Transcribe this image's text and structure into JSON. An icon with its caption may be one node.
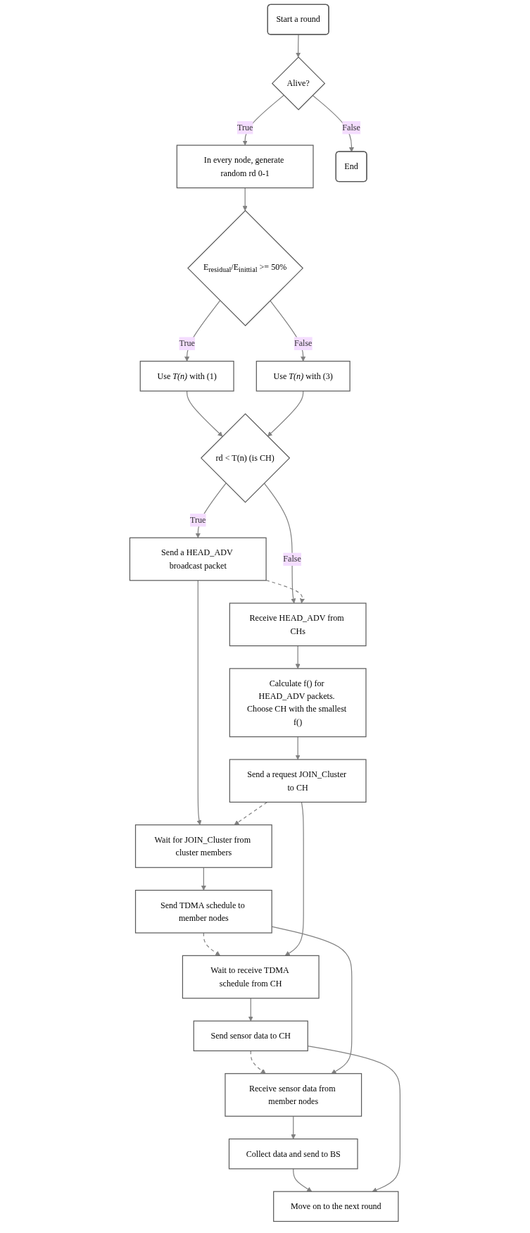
{
  "diagram": {
    "nodes": [
      {
        "text": [
          "Start a round"
        ]
      },
      {
        "text": [
          "Alive?"
        ]
      },
      {
        "text": [
          "In every node, generate random rd 0-1"
        ]
      },
      {
        "text": [
          "End"
        ]
      },
      {
        "text": [
          "E$_{residual}$/E$_{inittial}$ >= 50%"
        ]
      },
      {
        "text": [
          "Use *T(n)* with (1)"
        ]
      },
      {
        "text": [
          "Use *T(n)* with (3)"
        ]
      },
      {
        "text": [
          "rd < T(n) (is CH)"
        ]
      },
      {
        "text": [
          "Send a HEAD_ADV broadcast packet"
        ]
      },
      {
        "text": [
          "Receive HEAD_ADV from CHs"
        ]
      },
      {
        "text": [
          "Calculate f() for HEAD_ADV packets. Choose CH with the smallest f()"
        ]
      },
      {
        "text": [
          "Wait for JOIN_Cluster from cluster members"
        ]
      },
      {
        "text": [
          "Send a request JOIN_Cluster to CH"
        ]
      },
      {
        "text": [
          "Send TDMA schedule to member nodes"
        ]
      },
      {
        "text": [
          "Wait to receive TDMA schedule from CH"
        ]
      },
      {
        "text": [
          "Receive sensor data from member nodes"
        ]
      },
      {
        "text": [
          "Send sensor data to CH"
        ]
      },
      {
        "text": [
          "Collect data and send to BS"
        ]
      },
      {
        "text": [
          "Move on to the next round"
        ]
      }
    ],
    "edges": [
      {
        "from": 0,
        "to": 1,
        "arrow": "to"
      },
      {
        "from": 1,
        "to": 2,
        "arrow": "to",
        "label": "True"
      },
      {
        "from": 1,
        "to": 3,
        "arrow": "to",
        "label": "False"
      },
      {
        "from": 2,
        "to": 4,
        "arrow": "to"
      },
      {
        "from": 4,
        "to": 5,
        "arrow": "to",
        "label": "True"
      },
      {
        "from": 4,
        "to": 6,
        "arrow": "to",
        "label": "False"
      },
      {
        "from": 5,
        "to": 7,
        "arrow": "to"
      },
      {
        "from": 6,
        "to": 7,
        "arrow": "to"
      },
      {
        "from": 7,
        "to": 8,
        "arrow": "to",
        "label": "True"
      },
      {
        "from": 7,
        "to": 9,
        "arrow": "to",
        "label": "False"
      },
      {
        "from": 8,
        "to": 9,
        "arrow": "to",
        "style": "dashed"
      },
      {
        "from": 8,
        "to": 11,
        "arrow": "to"
      },
      {
        "from": 9,
        "to": 10,
        "arrow": "to"
      },
      {
        "from": 10,
        "to": 12,
        "arrow": "to"
      },
      {
        "from": 12,
        "to": 11,
        "arrow": "to",
        "style": "dashed"
      },
      {
        "from": 11,
        "to": 13,
        "arrow": "to"
      },
      {
        "from": 13,
        "to": 14,
        "arrow": "to",
        "style": "dashed"
      },
      {
        "from": 12,
        "to": 14,
        "arrow": "to"
      },
      {
        "from": 14,
        "to": 16,
        "arrow": "to"
      },
      {
        "from": 16,
        "to": 15,
        "arrow": "to",
        "style": "dashed"
      },
      {
        "from": 13,
        "to": 15,
        "arrow": "to"
      },
      {
        "from": 15,
        "to": 17,
        "arrow": "to"
      },
      {
        "from": 17,
        "to": 18,
        "arrow": "to"
      },
      {
        "from": 16,
        "to": 18,
        "arrow": "to"
      }
    ]
  }
}
